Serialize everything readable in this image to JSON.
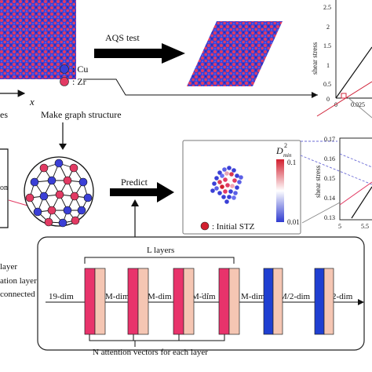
{
  "colors": {
    "cu": "#3a3fd6",
    "zr": "#e23a63",
    "red_bar": "#e8336b",
    "peach_bar": "#f5c6b3",
    "blue_bar": "#1f3fd1",
    "arrow": "#000000"
  },
  "legend": {
    "cu_label": ": Cu",
    "zr_label": ": Zr"
  },
  "labels": {
    "x_axis": "x",
    "aqs_test": "AQS test",
    "make_graph": "Make graph structure",
    "predict": "Predict",
    "cut_left_es": "es",
    "cut_left_on": "on",
    "cut_layer_1": "layer",
    "cut_layer_2": "ation layer",
    "cut_layer_3": "connected",
    "l_layers": "L layers",
    "attention_vectors": "N attention vectors for each layer",
    "initial_stz": ": Initial STZ"
  },
  "colorbar": {
    "title": "D",
    "title_sup": "2",
    "title_sub": "min",
    "max_label": "0.1",
    "min_label": "0.01"
  },
  "network_labels": [
    "19-dim",
    "M-dim",
    "M-dim",
    "M-dim",
    "···",
    "M-dim",
    "M/2-dim",
    "2-dim"
  ],
  "chart_top": {
    "ylabel": "shear stress",
    "yticks": [
      "2.5",
      "2",
      "1.5",
      "1",
      "0.5",
      "0"
    ],
    "xticks": [
      "0",
      "0.025"
    ]
  },
  "chart_bottom": {
    "ylabel": "shear stress",
    "yticks": [
      "0.17",
      "0.16",
      "0.15",
      "0.14",
      "0.13"
    ],
    "xticks": [
      "5",
      "5.5"
    ]
  }
}
